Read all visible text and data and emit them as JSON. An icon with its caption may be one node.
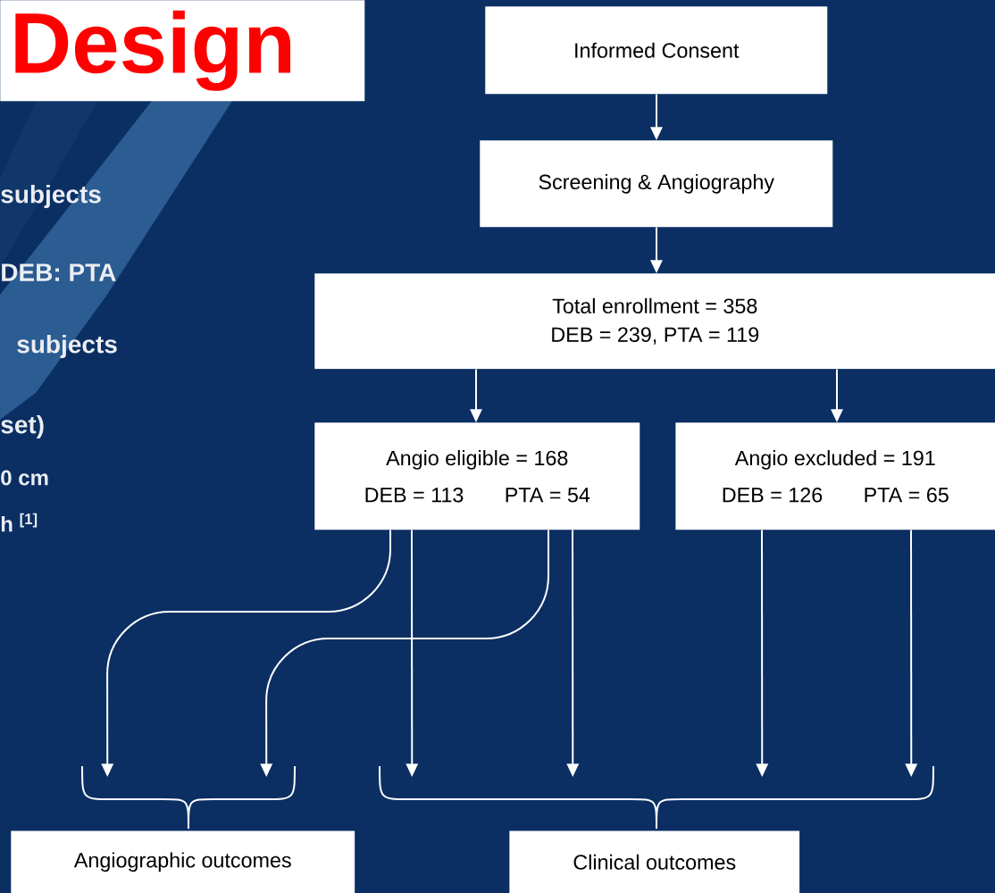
{
  "diagram": {
    "nodes": [
      {
        "text": [
          "Design"
        ]
      },
      {
        "text": [
          "Informed Consent"
        ]
      },
      {
        "text": [
          "Screening & Angiography"
        ]
      },
      {
        "text": [
          "Total enrollment = 358",
          "DEB = 239, PTA = 119"
        ]
      },
      {
        "text": [
          "Angio eligible = 168",
          "DEB = 113",
          "PTA = 54"
        ]
      },
      {
        "text": [
          "Angio excluded = 191",
          "DEB = 126",
          "PTA = 65"
        ]
      },
      {
        "text": [
          "Angiographic outcomes"
        ]
      },
      {
        "text": [
          "Clinical outcomes"
        ]
      }
    ],
    "edges": [
      {
        "from": 1,
        "to": 2,
        "arrow": "to"
      },
      {
        "from": 2,
        "to": 3,
        "arrow": "to"
      },
      {
        "from": 3,
        "to": 4,
        "arrow": "to"
      },
      {
        "from": 3,
        "to": 5,
        "arrow": "to"
      },
      {
        "from": 4,
        "to": 6,
        "arrow": "to"
      },
      {
        "from": 4,
        "to": 6,
        "arrow": "to"
      },
      {
        "from": 4,
        "to": 7,
        "arrow": "to"
      },
      {
        "from": 4,
        "to": 7,
        "arrow": "to"
      },
      {
        "from": 5,
        "to": 7,
        "arrow": "to"
      },
      {
        "from": 5,
        "to": 7,
        "arrow": "to"
      }
    ],
    "labels": [
      "subjects",
      "DEB: PTA",
      "subjects",
      "set)",
      "0 cm",
      "h $^{[1]}$"
    ]
  }
}
